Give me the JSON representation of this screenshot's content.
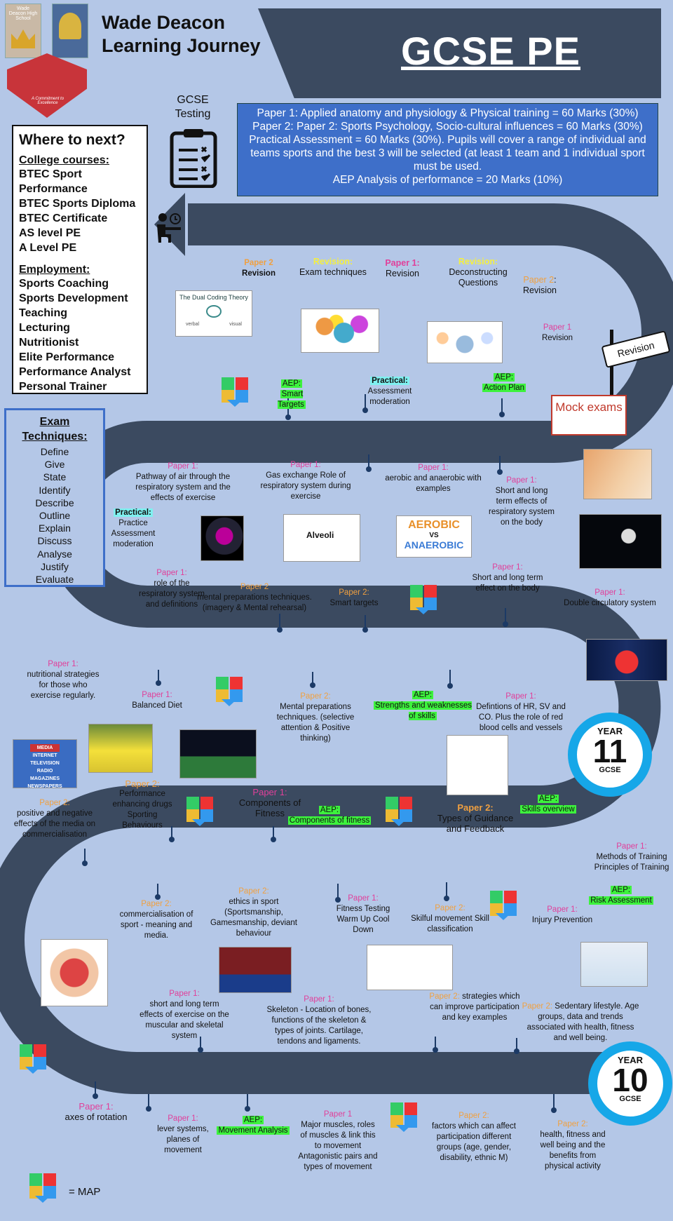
{
  "school": {
    "name_line1": "Wade Deacon",
    "name_line2": "Learning Journey",
    "crest_caption": "Wade Deacon High School",
    "motto": "A Commitment to Excellence"
  },
  "banner": {
    "title": "GCSE PE"
  },
  "testing": {
    "label": "GCSE Testing"
  },
  "papers": {
    "line1": "Paper 1: Applied anatomy and physiology & Physical training  = 60 Marks (30%)",
    "line2": "Paper 2: Paper 2: Sports Psychology, Socio-cultural influences = 60 Marks (30%)",
    "line3": "Practical Assessment = 60  Marks (30%). Pupils will cover a range of individual and teams sports and the best 3 will be selected (at least 1 team and 1 individual sport must be used.",
    "line4": "AEP Analysis of performance = 20 Marks (10%)"
  },
  "where_next": {
    "title": "Where to next?",
    "college_heading": "College courses:",
    "college": [
      "BTEC Sport Performance",
      "BTEC Sports Diploma",
      "BTEC Certificate",
      "AS level PE",
      "A Level PE"
    ],
    "employment_heading": "Employment:",
    "employment": [
      "Sports Coaching",
      "Sports Development",
      "Teaching",
      "Lecturing",
      "Nutritionist",
      "Elite Performance",
      "Performance Analyst",
      "Personal Trainer"
    ]
  },
  "exam_techniques": {
    "title_line1": "Exam",
    "title_line2": "Techniques:",
    "words": [
      "Define",
      "Give",
      "State",
      "Identify",
      "Describe",
      "Outline",
      "Explain",
      "Discuss",
      "Analyse",
      "Justify",
      "Evaluate"
    ]
  },
  "signs": {
    "revision": "Revision",
    "mock": "Mock exams",
    "dual_coding": "The Dual Coding Theory",
    "dual_verbal": "verbal",
    "dual_visual": "visual",
    "aerobic": "AEROBIC",
    "vs": "VS",
    "anaerobic": "ANAEROBIC",
    "alveoli": "Alveoli",
    "media_words": [
      "MEDIA",
      "INTERNET",
      "TELEVISION",
      "RADIO",
      "MAGAZINES",
      "NEWSPAPERS"
    ]
  },
  "years": {
    "y11_label": "YEAR",
    "y11_num": "11",
    "y11_sub": "GCSE",
    "y10_label": "YEAR",
    "y10_num": "10",
    "y10_sub": "GCSE"
  },
  "legend": {
    "map": "= MAP"
  },
  "colors": {
    "banner": "#3b4a60",
    "road": "#3b4a60",
    "papers_box": "#3e6fc9",
    "background": "#b4c7e7",
    "aep_highlight": "#3df23d",
    "practical_highlight": "#7ff0f0",
    "year_ring": "#16a7e8"
  },
  "items": {
    "r1a_k": "Paper 2",
    "r1a_t": "Revision",
    "r1b_k": "Revision:",
    "r1b_t": "Exam techniques",
    "r1c_k": "Paper 1:",
    "r1c_t": "Revision",
    "r1d_k": "Revision:",
    "r1d_t": "Deconstructing Questions",
    "r1e_k": "Paper 2",
    "r1e_t": ": Revision",
    "r1f_k": "Paper 1",
    "r1f_t": "Revision",
    "aep1_k": "AEP:",
    "aep1_t": "Smart Targets",
    "prac1_k": "Practical:",
    "prac1_t": "Assessment moderation",
    "aep2_k": "AEP:",
    "aep2_t": "Action Plan",
    "r2a_k": "Paper 1:",
    "r2a_t": "Pathway of air through the respiratory system and the effects of exercise",
    "r2b_k": "Paper 1:",
    "r2b_t": "Gas exchange Role of respiratory system during exercise",
    "r2c_k": "Paper 1:",
    "r2c_t": "aerobic and anaerobic with examples",
    "r2d_k": "Paper 1:",
    "r2d_t": "Short and long term effects of respiratory system on the body",
    "prac2_k": "Practical:",
    "prac2_t": "Practice Assessment moderation",
    "r3a_k": "Paper 1:",
    "r3a_t": "role of the respiratory system and definitions",
    "r3b_k": "Paper 2",
    "r3b_t": "mental preparations techniques. (imagery & Mental rehearsal)",
    "r3c_k": "Paper 2:",
    "r3c_t": "Smart targets",
    "r3d_k": "Paper 1:",
    "r3d_t": "Short and long term effect on the body",
    "r3e_k": "Paper 1:",
    "r3e_t": "Double circulatory system",
    "r4a_k": "Paper 1:",
    "r4a_t": "nutritional strategies for those who exercise regularly.",
    "r4b_k": "Paper 1:",
    "r4b_t": "Balanced Diet",
    "r4c_k": "Paper 2:",
    "r4c_t": "Mental preparations techniques. (selective attention & Positive thinking)",
    "aep3_k": "AEP:",
    "aep3_t": "Strengths and weaknesses of skills",
    "r4d_k": "Paper 1:",
    "r4d_t": "Defintions of HR, SV and CO. Plus the role of red blood cells and vessels",
    "r5a_k": "Paper 2:",
    "r5a_t": "positive and negative effects of the media on commercialisation",
    "r5b_k": "Paper 2:",
    "r5b_t": "Performance enhancing drugs Sporting Behaviours",
    "r5c_k": "Paper 1:",
    "r5c_t": "Components of Fitness",
    "aep4_k": "AEP:",
    "aep4_t": "Components of fitness",
    "r5d_k": "Paper 2:",
    "r5d_t": "Types of Guidance and Feedback",
    "aep5_k": "AEP:",
    "aep5_t": "Skills overview",
    "r5e_k": "Paper 1:",
    "r5e_t": "Methods of Training Principles of Training",
    "r6a_k": "Paper 2:",
    "r6a_t": "commercialisation of sport - meaning and media.",
    "r6b_k": "Paper 2:",
    "r6b_t": "ethics in sport (Sportsmanship, Gamesmanship, deviant behaviour",
    "r6c_k": "Paper 1:",
    "r6c_t": "Fitness Testing Warm Up Cool Down",
    "r6d_k": "Paper 2:",
    "r6d_t": "Skilful movement Skill classification",
    "aep6_k": "AEP:",
    "aep6_t": "Risk Assessment",
    "r6e_k": "Paper 1:",
    "r6e_t": "Injury Prevention",
    "r7a_k": "Paper 1:",
    "r7a_t": "short and long term effects of exercise on the muscular and skeletal system",
    "r7b_k": "Paper 1:",
    "r7b_t": "Skeleton - Location of bones, functions of the skeleton & types of joints. Cartilage, tendons and ligaments.",
    "r7c_k": "Paper 2:",
    "r7c_t": "strategies which can improve participation and key examples",
    "r7d_k": "Paper 2:",
    "r7d_t": "Sedentary lifestyle. Age groups, data and trends associated with health, fitness and well being.",
    "r8a_k": "Paper 1:",
    "r8a_t": "axes of rotation",
    "r8b_k": "Paper 1:",
    "r8b_t": "lever systems, planes of movement",
    "aep7_k": "AEP:",
    "aep7_t": "Movement  Analysis",
    "r8c_k": "Paper 1",
    "r8c_t": "Major muscles, roles of muscles & link this to movement Antagonistic pairs and types of movement",
    "r8d_k": "Paper 2:",
    "r8d_t": "factors which can affect participation different  groups (age, gender, disability, ethnic M)",
    "r8e_k": "Paper 2:",
    "r8e_t": "health, fitness and well being and the benefits from physical activity"
  }
}
